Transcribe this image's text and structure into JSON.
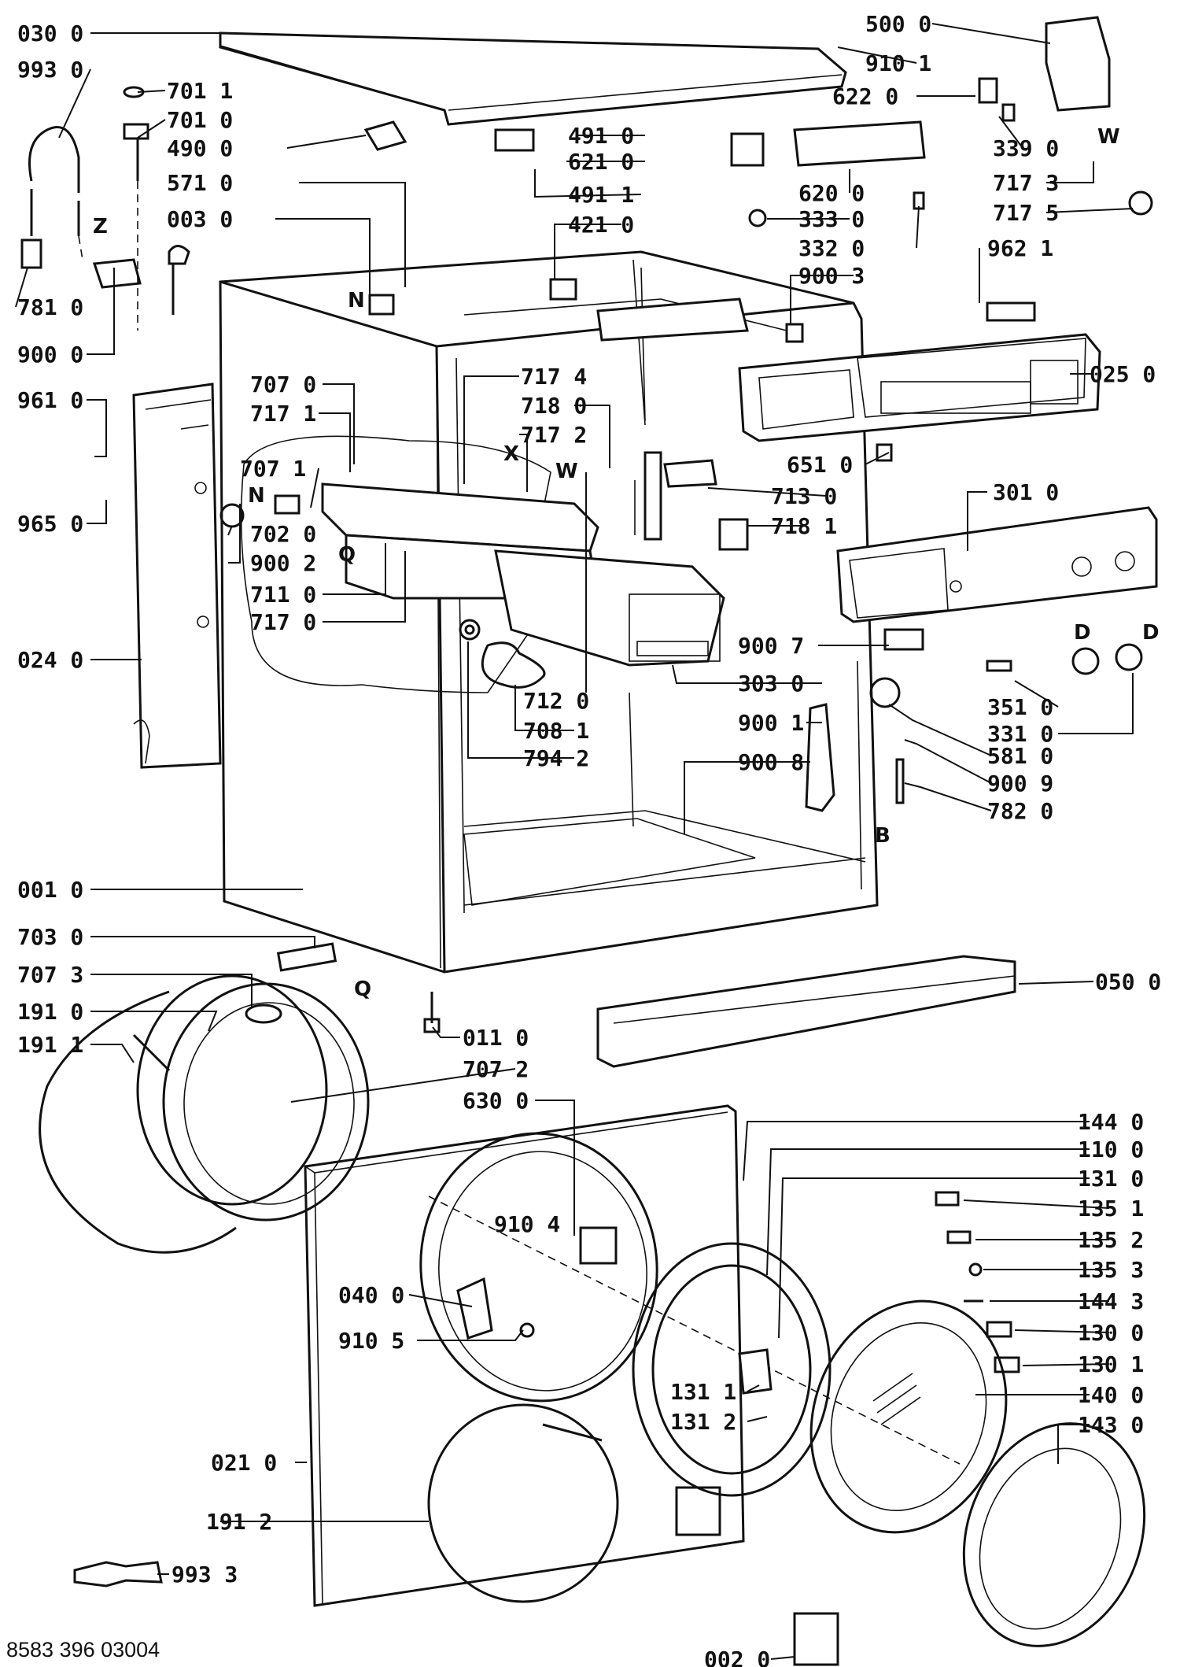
{
  "footer": {
    "doc_number": "8583 396 03004"
  },
  "markers": [
    "Z",
    "N",
    "X",
    "W",
    "N",
    "W",
    "D",
    "D",
    "B"
  ],
  "labels": [
    "030 0",
    "993 0",
    "701 1",
    "701 0",
    "490 0",
    "571 0",
    "003 0",
    "781 0",
    "900 0",
    "961 0",
    "965 0",
    "024 0",
    "707 0",
    "717 1",
    "707 1",
    "702 0",
    "900 2",
    "711 0",
    "717 0",
    "717 4",
    "718 0",
    "717 2",
    "491 0",
    "621 0",
    "491 1",
    "421 0",
    "500 0",
    "910 1",
    "622 0",
    "339 0",
    "717 3",
    "717 5",
    "620 0",
    "333 0",
    "332 0",
    "962 1",
    "900 3",
    "025 0",
    "651 0",
    "713 0",
    "718 1",
    "301 0",
    "900 7",
    "303 0",
    "712 0",
    "708 1",
    "794 2",
    "900 1",
    "900 8",
    "351 0",
    "331 0",
    "581 0",
    "900 9",
    "782 0",
    "001 0",
    "703 0",
    "707 3",
    "191 0",
    "191 1",
    "011 0",
    "707 2",
    "630 0",
    "050 0",
    "144 0",
    "110 0",
    "131 0",
    "135 1",
    "135 2",
    "135 3",
    "144 3",
    "130 0",
    "130 1",
    "140 0",
    "143 0",
    "910 4",
    "040 0",
    "910 5",
    "131 1",
    "131 2",
    "021 0",
    "191 2",
    "993 3",
    "002 0"
  ]
}
